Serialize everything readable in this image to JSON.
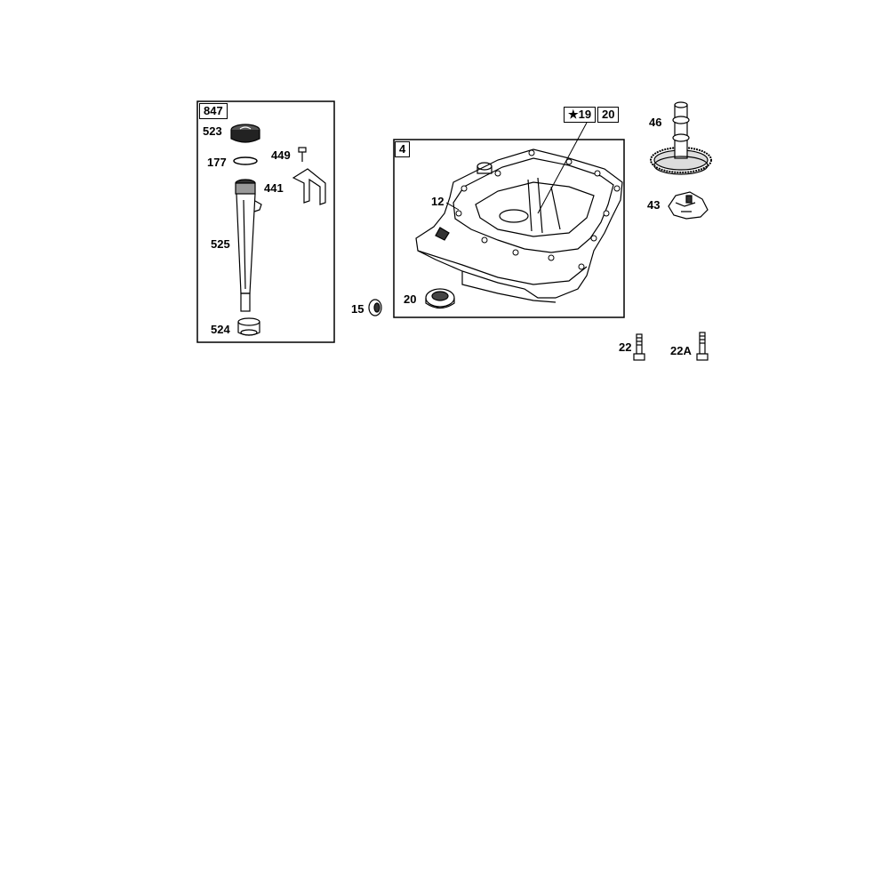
{
  "labels": {
    "kit_847": "847",
    "p523": "523",
    "p177": "177",
    "p449": "449",
    "p441": "441",
    "p525": "525",
    "p524": "524",
    "p15": "15",
    "box_19": "★19",
    "box_20": "20",
    "kit_4": "4",
    "p12": "12",
    "p20": "20",
    "p46": "46",
    "p43": "43",
    "p22": "22",
    "p22A": "22A"
  }
}
